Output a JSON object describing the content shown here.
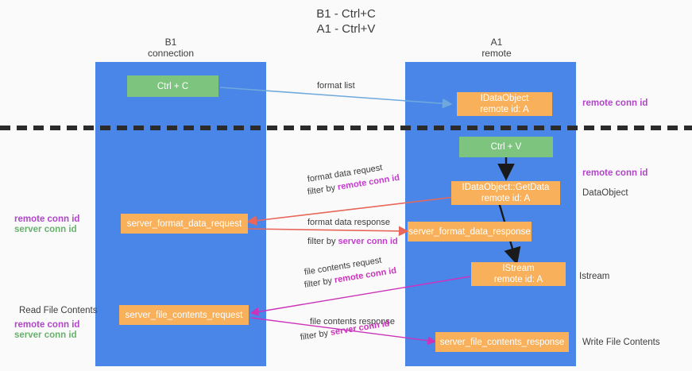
{
  "title": {
    "line1": "B1 - Ctrl+C",
    "line2": "A1 - Ctrl+V"
  },
  "columns": [
    {
      "name": "B1",
      "sub": "connection"
    },
    {
      "name": "A1",
      "sub": "remote"
    }
  ],
  "boxes": {
    "ctrl_c": {
      "line1": "Ctrl + C"
    },
    "ctrl_v": {
      "line1": "Ctrl + V"
    },
    "idataobject": {
      "line1": "IDataObject",
      "line2": "remote id: A"
    },
    "getdata": {
      "line1": "IDataObject::GetData",
      "line2": "remote id: A"
    },
    "istream": {
      "line1": "IStream",
      "line2": "remote id: A"
    },
    "server_format_data_request": {
      "line1": "server_format_data_request"
    },
    "server_format_data_response": {
      "line1": "server_format_data_response"
    },
    "server_file_contents_request": {
      "line1": "server_file_contents_request"
    },
    "server_file_contents_response": {
      "line1": "server_file_contents_response"
    }
  },
  "flows": {
    "format_list": "format list",
    "format_data_request": "format data request",
    "format_data_request_filter_prefix": "filter by ",
    "format_data_request_filter_value": "remote conn id",
    "format_data_response": "format data response",
    "format_data_response_filter_prefix": "filter by ",
    "format_data_response_filter_value": "server conn id",
    "file_contents_request": "file contents request",
    "file_contents_request_filter_prefix": "filter by ",
    "file_contents_request_filter_value": "remote conn id",
    "file_contents_response": "file contents response",
    "file_contents_response_filter_prefix": "filter by ",
    "file_contents_response_filter_value": "server conn id"
  },
  "annotations": {
    "right_remote_conn_id_top": "remote conn id",
    "right_remote_conn_id_mid": "remote conn id",
    "left_remote_conn_id": "remote conn id",
    "left_server_conn_id": "server conn id",
    "read_file_contents": "Read File Contents",
    "left_remote_conn_id_2": "remote conn id",
    "left_server_conn_id_2": "server conn id",
    "dataobject": "DataObject",
    "istream": "Istream",
    "write_file_contents": "Write File Contents"
  },
  "colors": {
    "lane": "#4a86e8",
    "box_orange": "#f8b05a",
    "box_green": "#7dc47f",
    "purple": "#b045c8",
    "green_text": "#67b36a",
    "arrow_blue": "#6fa8dc",
    "arrow_red": "#e8665a",
    "arrow_magenta": "#cc33bb",
    "arrow_black": "#1a1a1a",
    "background": "#fafafa"
  }
}
